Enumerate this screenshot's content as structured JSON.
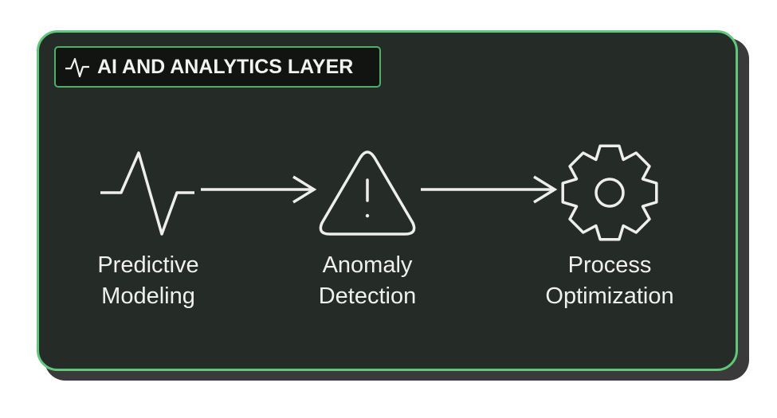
{
  "header": {
    "title": "AI AND ANALYTICS LAYER",
    "icon": "pulse-icon"
  },
  "steps": [
    {
      "line1": "Predictive",
      "line2": "Modeling",
      "icon": "pulse-icon"
    },
    {
      "line1": "Anomaly",
      "line2": "Detection",
      "icon": "warning-triangle-icon"
    },
    {
      "line1": "Process",
      "line2": "Optimization",
      "icon": "gear-icon"
    }
  ],
  "colors": {
    "accent": "#5fc97a",
    "panel": "#252b26",
    "badge": "#121412"
  }
}
